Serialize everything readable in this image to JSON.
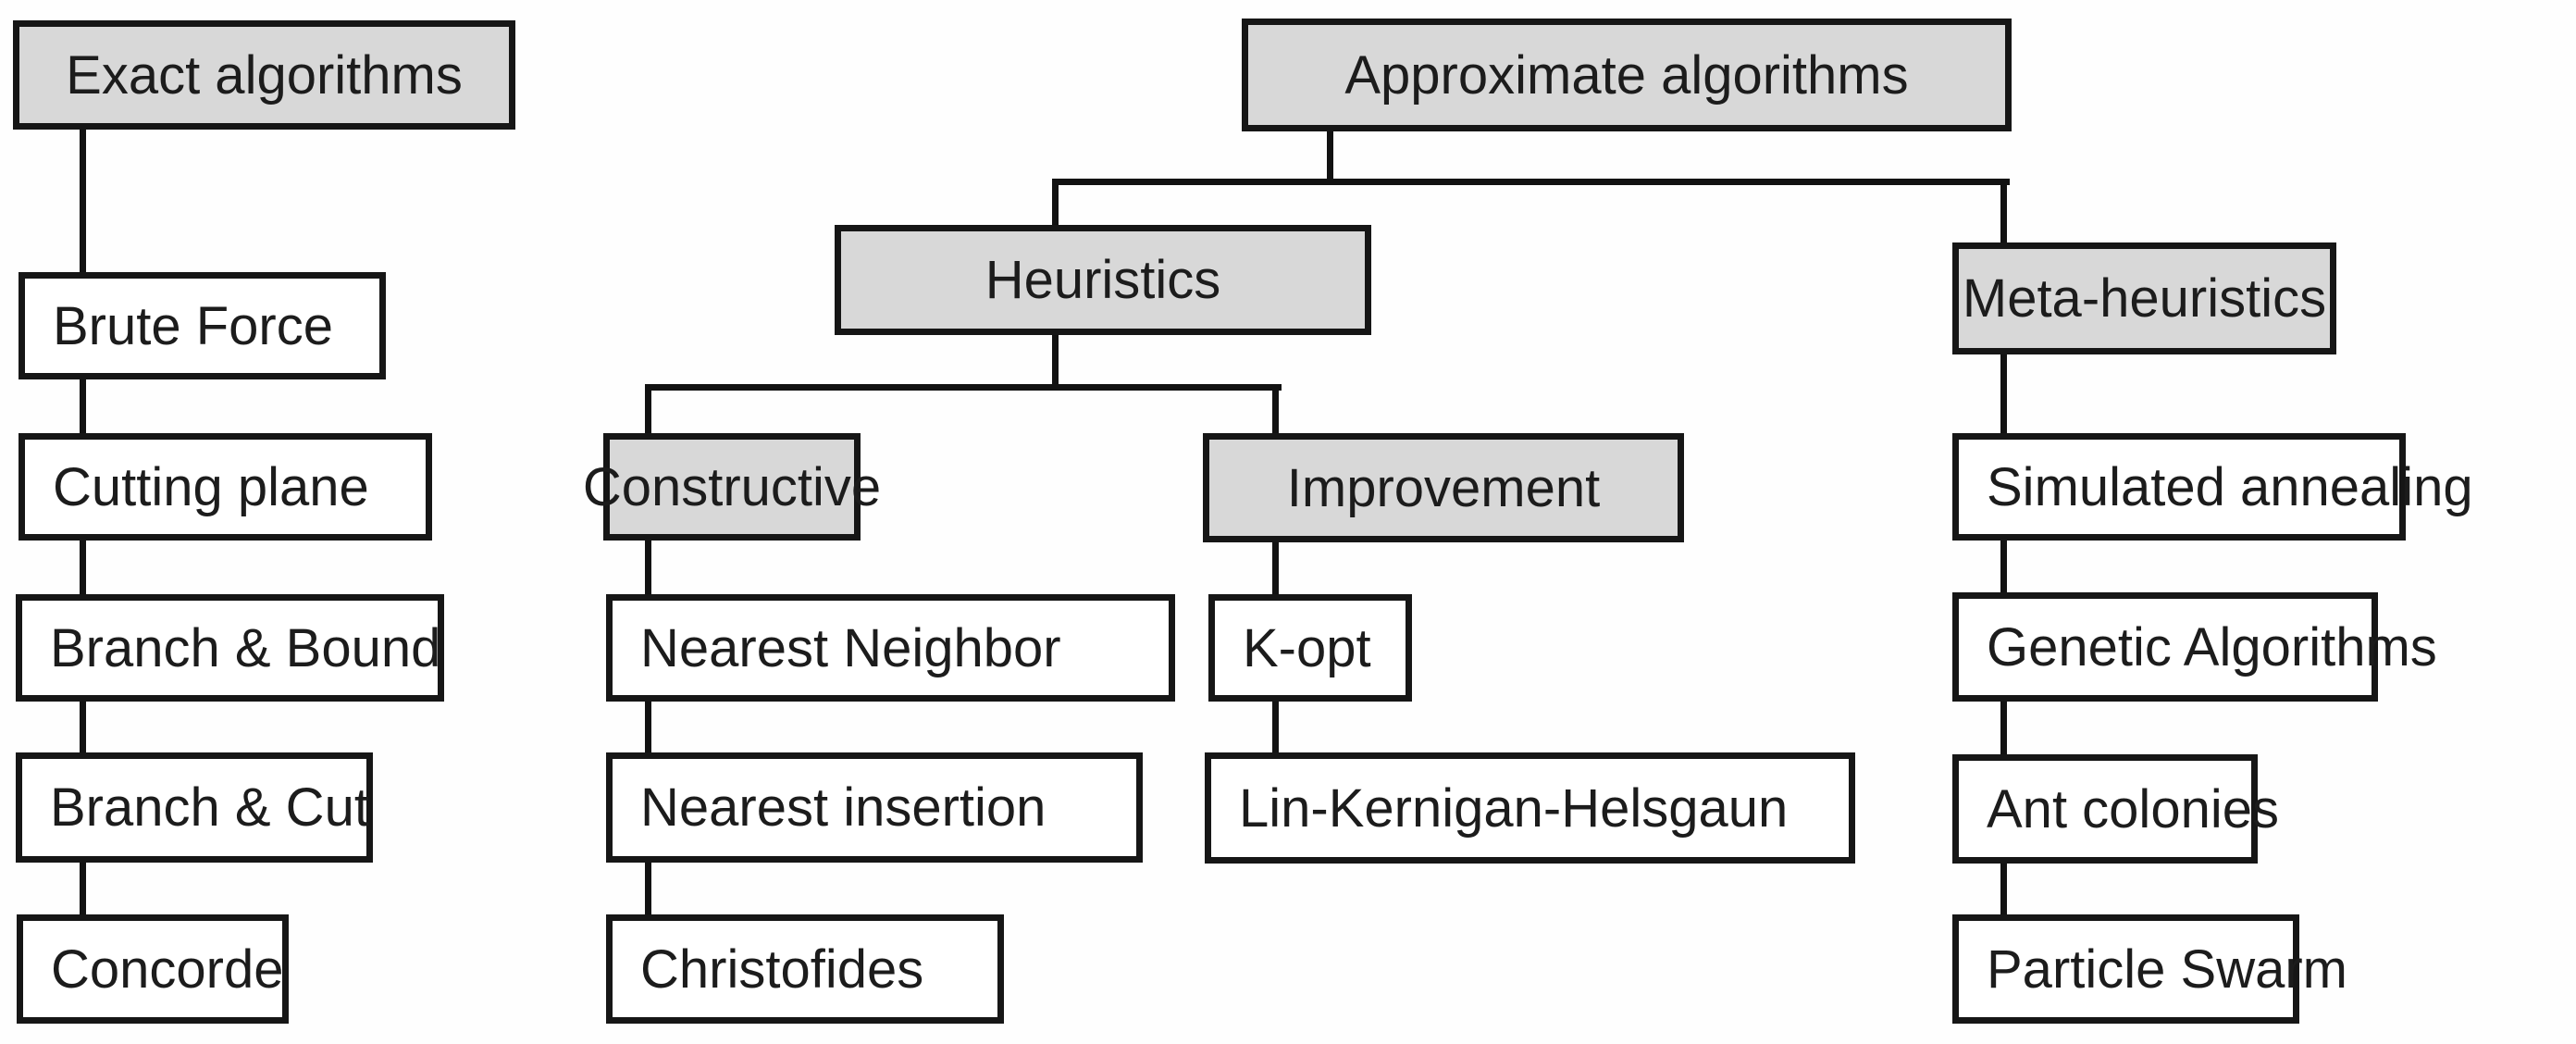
{
  "diagram": {
    "description": "Classification tree of algorithms: exact vs approximate, with heuristics (constructive, improvement) and meta-heuristics branches",
    "colors": {
      "category_box_fill": "#d8d8d8",
      "leaf_box_fill": "#ffffff",
      "box_border": "#161616",
      "connector_line": "#121212",
      "text": "#1c1c1c",
      "background": "#fefefe"
    },
    "nodes": {
      "exact_algorithms": {
        "label": "Exact algorithms",
        "type": "category"
      },
      "brute_force": {
        "label": "Brute Force",
        "type": "leaf"
      },
      "cutting_plane": {
        "label": "Cutting plane",
        "type": "leaf"
      },
      "branch_and_bound": {
        "label": "Branch & Bound",
        "type": "leaf"
      },
      "branch_and_cut": {
        "label": "Branch & Cut",
        "type": "leaf"
      },
      "concorde": {
        "label": "Concorde",
        "type": "leaf"
      },
      "approximate_algorithms": {
        "label": "Approximate algorithms",
        "type": "category"
      },
      "heuristics": {
        "label": "Heuristics",
        "type": "category"
      },
      "meta_heuristics": {
        "label": "Meta-heuristics",
        "type": "category"
      },
      "constructive": {
        "label": "Constructive",
        "type": "category"
      },
      "improvement": {
        "label": "Improvement",
        "type": "category"
      },
      "nearest_neighbor": {
        "label": "Nearest Neighbor",
        "type": "leaf"
      },
      "nearest_insertion": {
        "label": "Nearest insertion",
        "type": "leaf"
      },
      "christofides": {
        "label": "Christofides",
        "type": "leaf"
      },
      "k_opt": {
        "label": "K-opt",
        "type": "leaf"
      },
      "lin_kernigan_helsgaun": {
        "label": "Lin-Kernigan-Helsgaun",
        "type": "leaf"
      },
      "simulated_annealing": {
        "label": "Simulated annealing",
        "type": "leaf"
      },
      "genetic_algorithms": {
        "label": "Genetic Algorithms",
        "type": "leaf"
      },
      "ant_colonies": {
        "label": "Ant colonies",
        "type": "leaf"
      },
      "particle_swarm": {
        "label": "Particle Swarm",
        "type": "leaf"
      }
    },
    "hierarchy": {
      "Exact algorithms": [
        "Brute Force",
        "Cutting plane",
        "Branch & Bound",
        "Branch & Cut",
        "Concorde"
      ],
      "Approximate algorithms": [
        "Heuristics",
        "Meta-heuristics"
      ],
      "Heuristics": [
        "Constructive",
        "Improvement"
      ],
      "Constructive": [
        "Nearest Neighbor",
        "Nearest insertion",
        "Christofides"
      ],
      "Improvement": [
        "K-opt",
        "Lin-Kernigan-Helsgaun"
      ],
      "Meta-heuristics": [
        "Simulated annealing",
        "Genetic Algorithms",
        "Ant colonies",
        "Particle Swarm"
      ]
    }
  }
}
